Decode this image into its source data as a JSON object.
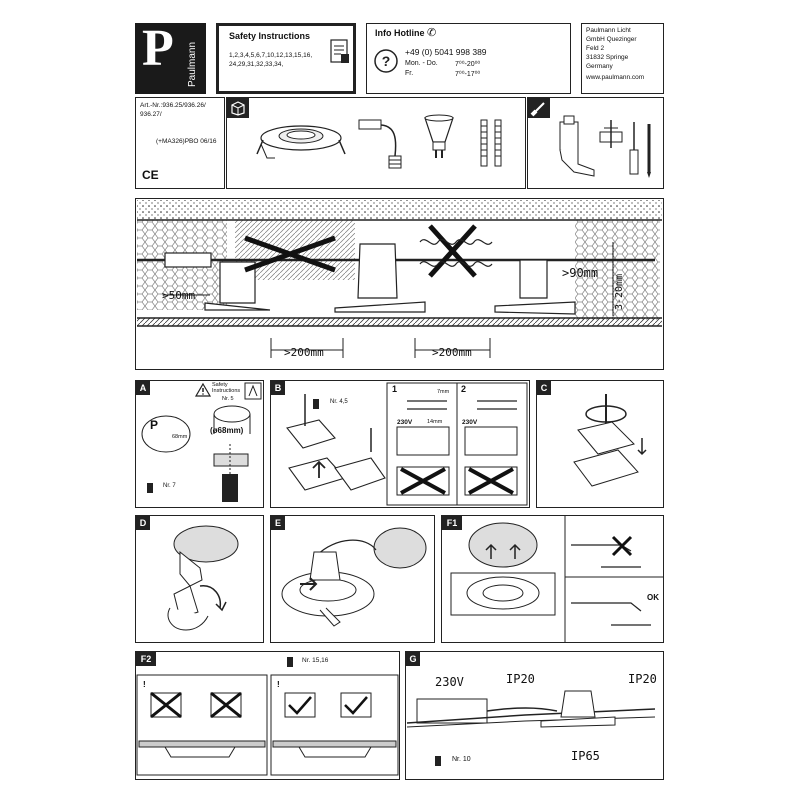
{
  "brand": {
    "letter": "P",
    "name": "Paulmann"
  },
  "safety": {
    "title": "Safety  Instructions",
    "pages": "1,2,3,4,5,6,7,10,12,13,15,16,\n24,29,31,32,33,34,"
  },
  "hotline": {
    "title": "Info Hotline",
    "phone": "+49 (0) 5041 998 389",
    "days1": "Mon. - Do.",
    "time1": "7⁰⁰-20⁰⁰",
    "days2": "Fr.",
    "time2": "7⁰⁰-17⁰⁰"
  },
  "company": {
    "lines": [
      "Paulmann Licht",
      "GmbH Quezinger",
      "Feld 2",
      "31832 Springe",
      "Germany"
    ],
    "url": "www.paulmann.com"
  },
  "product": {
    "art": "Art.-Nr.:936.25/936.26/\n936.27/",
    "code": "(+MA326)PBO 06/16",
    "ce": "CE"
  },
  "install": {
    "d50": ">50mm",
    "d90": ">90mm",
    "d320": "3-20mm",
    "d200a": ">200mm",
    "d200b": ">200mm"
  },
  "panelA": {
    "label": "A",
    "safety": "Safety\nInstructions",
    "nr": "Nr. 5",
    "d68": "(ø68mm)",
    "brand_small": "P",
    "d68s": "68mm",
    "nr7": "Nr. 7"
  },
  "panelB": {
    "label": "B",
    "nr": "Nr. 4,5",
    "step1": "1",
    "step2": "2",
    "mm7": "7mm",
    "mm14": "14mm",
    "v230a": "230V",
    "v230b": "230V"
  },
  "panelC": {
    "label": "C"
  },
  "panelD": {
    "label": "D"
  },
  "panelE": {
    "label": "E"
  },
  "panelF1": {
    "label": "F1",
    "ok": "OK"
  },
  "panelF2": {
    "label": "F2",
    "nr": "Nr. 15,16"
  },
  "panelG": {
    "label": "G",
    "v230": "230V",
    "ip20a": "IP20",
    "ip20b": "IP20",
    "ip65": "IP65",
    "nr": "Nr. 10"
  }
}
